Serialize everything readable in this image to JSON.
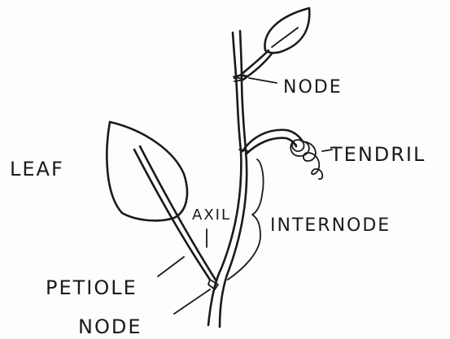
{
  "labels": {
    "node_top": "NODE",
    "tendril": "TENDRIL",
    "leaf": "LEAF",
    "axil": "AXIL",
    "internode": "INTERNODE",
    "petiole": "PETIOLE",
    "node_bottom": "NODE"
  },
  "colors": {
    "ink": "#1a1a1a",
    "paper": "#fdfdfb"
  }
}
